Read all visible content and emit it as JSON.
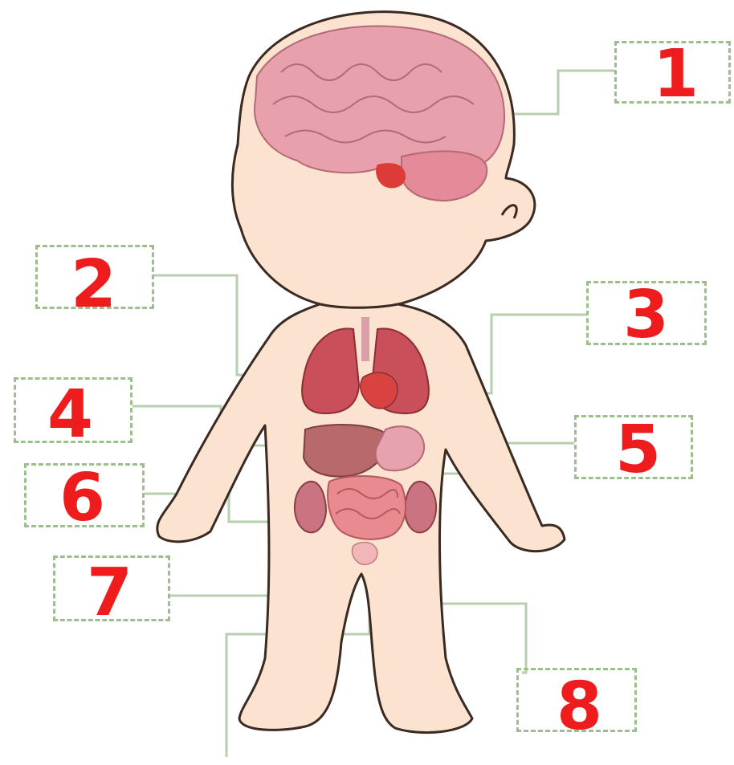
{
  "labels": [
    {
      "id": "1",
      "text": "1"
    },
    {
      "id": "2",
      "text": "2"
    },
    {
      "id": "3",
      "text": "3"
    },
    {
      "id": "4",
      "text": "4"
    },
    {
      "id": "5",
      "text": "5"
    },
    {
      "id": "6",
      "text": "6"
    },
    {
      "id": "7",
      "text": "7"
    },
    {
      "id": "8",
      "text": "8"
    }
  ],
  "colors": {
    "skin": "#fbe3cf",
    "outline": "#3a2a22",
    "leader_line": "#b7cfae",
    "box_border": "#9bc08e",
    "label_text": "#ee1c1c",
    "brain": "#e9a0ad",
    "lungs": "#c9505a",
    "heart": "#d8433f",
    "liver": "#b86a6a",
    "stomach": "#e6a3ad",
    "intestine": "#e88a8e",
    "kidney": "#c97480",
    "bladder": "#f0b6b8"
  }
}
